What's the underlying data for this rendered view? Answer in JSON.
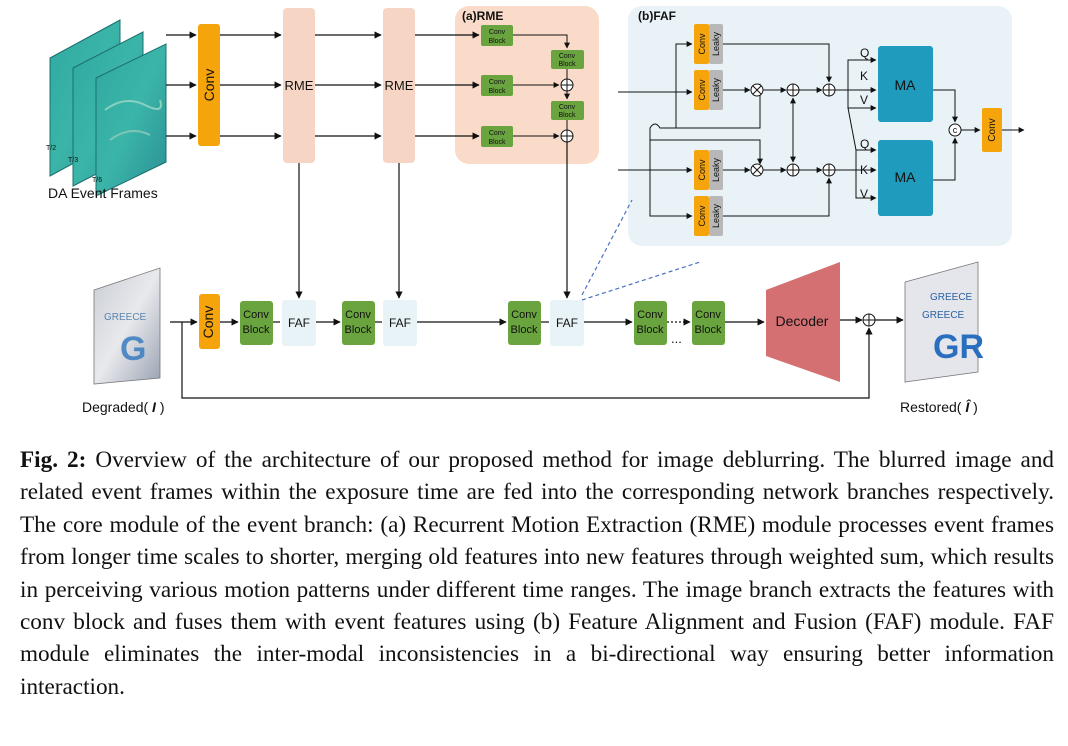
{
  "figure": {
    "event_input": {
      "label": "DA Event Frames",
      "frame_labels": [
        "T/2",
        "T/3",
        "T/6"
      ]
    },
    "blocks": {
      "conv": "Conv",
      "rme": "RME",
      "faf": "FAF",
      "conv_block_line1": "Conv",
      "conv_block_line2": "Block",
      "leaky": "Leaky",
      "ma": "MA",
      "decoder": "Decoder",
      "concat": "c",
      "ellipsis": "..."
    },
    "rme_panel": {
      "title": "(a)RME"
    },
    "faf_panel": {
      "title": "(b)FAF",
      "qkv": [
        "Q",
        "K",
        "V"
      ]
    },
    "io": {
      "input_label": "Degraded( ",
      "input_symbol": "I",
      "input_close": " )",
      "output_label": "Restored( ",
      "output_symbol": "Î",
      "output_close": " )"
    },
    "colors": {
      "conv": "#f5a50b",
      "rme": "#f7d5c4",
      "rme_panel": "#fadbc9",
      "faf_panel": "#e9f3f7",
      "faf_block": "#e8f3f7",
      "conv_block": "#6aa43f",
      "leaky": "#b8b8b8",
      "ma": "#1f9bbd",
      "decoder": "#d46f72"
    }
  },
  "caption": {
    "label": "Fig. 2:",
    "text": "Overview of the architecture of our proposed method for image deblurring. The blurred image and related event frames within the exposure time are fed into the corresponding network branches respectively. The core module of the event branch: (a) Recurrent Motion Extraction (RME) module processes event frames from longer time scales to shorter, merging old features into new features through weighted sum, which results in perceiving various motion patterns under different time ranges. The image branch extracts the features with conv block and fuses them with event features using (b) Feature Alignment and Fusion (FAF) module. FAF module eliminates the inter-modal inconsistencies in a bi-directional way ensuring better information interaction."
  }
}
